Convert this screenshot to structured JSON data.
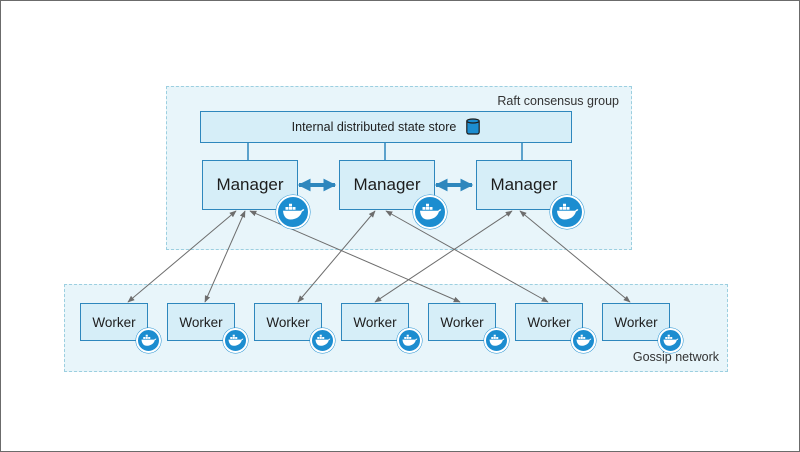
{
  "raft_group": {
    "label": "Raft consensus group"
  },
  "state_store": {
    "label": "Internal distributed state store",
    "icon": "database-icon"
  },
  "managers": [
    {
      "label": "Manager",
      "icon": "docker-whale-icon"
    },
    {
      "label": "Manager",
      "icon": "docker-whale-icon"
    },
    {
      "label": "Manager",
      "icon": "docker-whale-icon"
    }
  ],
  "gossip_network": {
    "label": "Gossip network"
  },
  "workers": [
    {
      "label": "Worker",
      "icon": "docker-whale-icon"
    },
    {
      "label": "Worker",
      "icon": "docker-whale-icon"
    },
    {
      "label": "Worker",
      "icon": "docker-whale-icon"
    },
    {
      "label": "Worker",
      "icon": "docker-whale-icon"
    },
    {
      "label": "Worker",
      "icon": "docker-whale-icon"
    },
    {
      "label": "Worker",
      "icon": "docker-whale-icon"
    },
    {
      "label": "Worker",
      "icon": "docker-whale-icon"
    }
  ],
  "colors": {
    "zone_fill": "#e8f5fa",
    "node_fill": "#d6eef8",
    "node_border": "#2e87bd",
    "docker_blue": "#1c8dd0",
    "connector": "#6d6d6d"
  }
}
